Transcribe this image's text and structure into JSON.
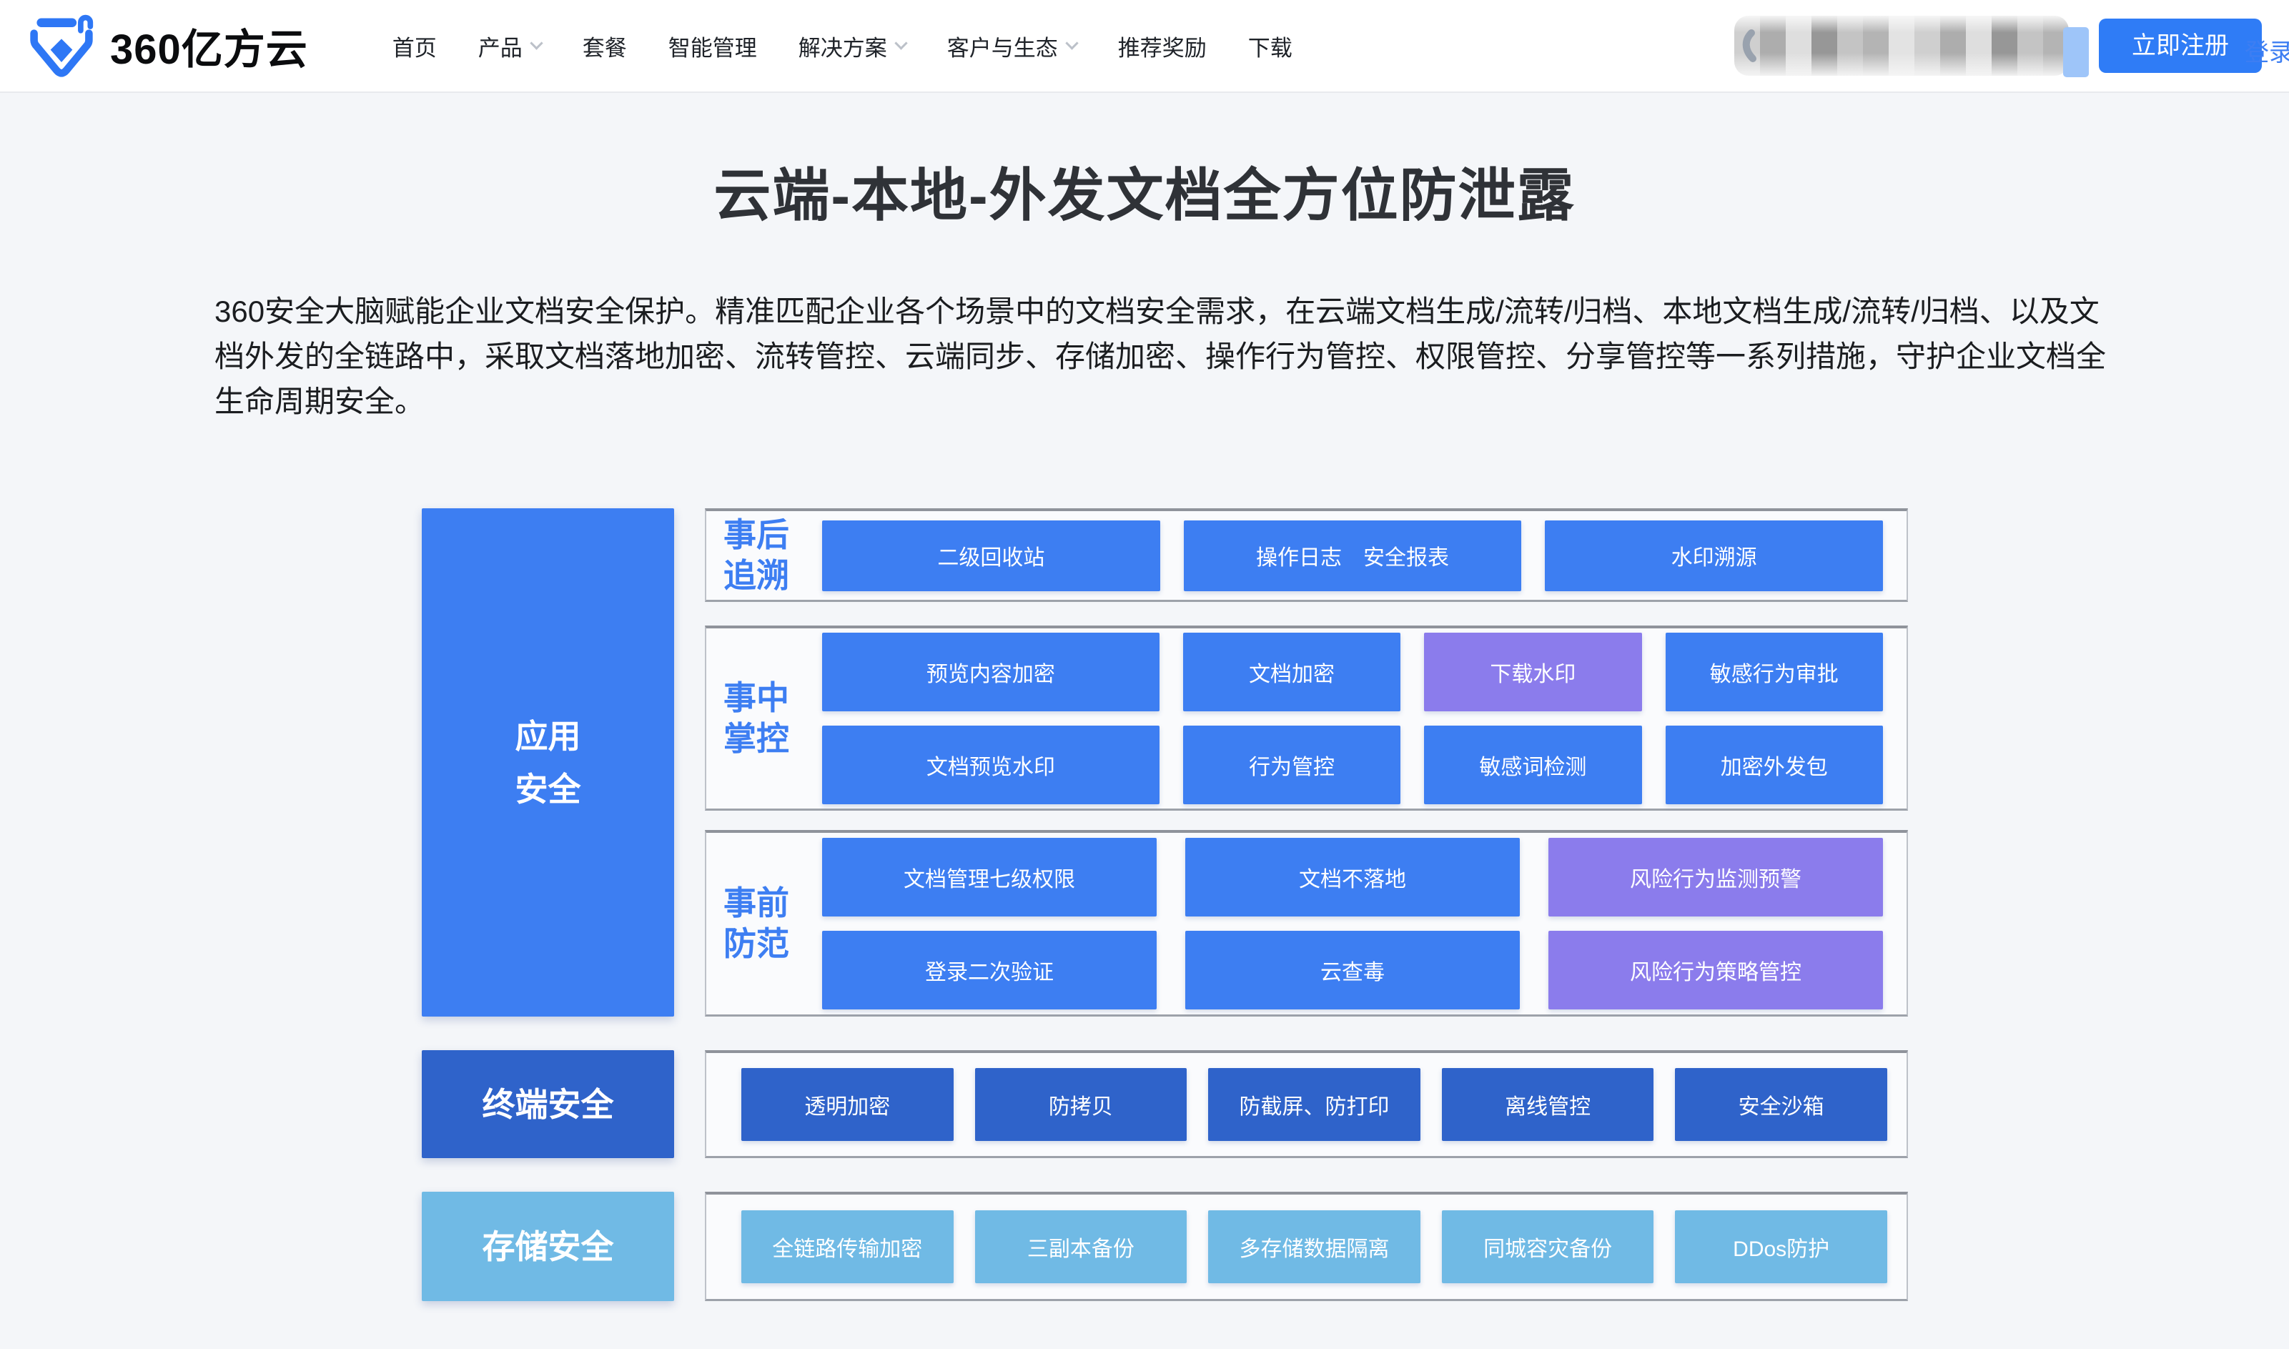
{
  "header": {
    "logo_text": "360亿方云",
    "nav": [
      {
        "label": "首页",
        "has_dropdown": false
      },
      {
        "label": "产品",
        "has_dropdown": true
      },
      {
        "label": "套餐",
        "has_dropdown": false
      },
      {
        "label": "智能管理",
        "has_dropdown": false
      },
      {
        "label": "解决方案",
        "has_dropdown": true
      },
      {
        "label": "客户与生态",
        "has_dropdown": true
      },
      {
        "label": "推荐奖励",
        "has_dropdown": false
      },
      {
        "label": "下载",
        "has_dropdown": false
      }
    ],
    "phone_number_state": "blurred",
    "register_label": "立即注册",
    "login_label": "登录"
  },
  "hero": {
    "title": "云端-本地-外发文档全方位防泄露",
    "description": "360安全大脑赋能企业文档安全保护。精准匹配企业各个场景中的文档安全需求，在云端文档生成/流转/归档、本地文档生成/流转/归档、以及文档外发的全链路中，采取文档落地加密、流转管控、云端同步、存储加密、操作行为管控、权限管控、分享管控等一系列措施，守护企业文档全生命周期安全。"
  },
  "colors": {
    "primary_blue": "#3D7EF2",
    "dark_blue": "#2F63CA",
    "light_blue": "#70BAE5",
    "purple": "#8B7CEC",
    "register_button_blue": "#2F7CF6",
    "page_background": "#F4F6F9"
  },
  "diagram": {
    "app_label": {
      "line1": "应用",
      "line2": "安全"
    },
    "terminal_label": "终端安全",
    "storage_label": "存储安全",
    "groups": [
      {
        "name": "事后追溯",
        "line1": "事后",
        "line2": "追溯",
        "rows": [
          [
            "二级回收站",
            "操作日志　安全报表",
            "水印溯源"
          ]
        ]
      },
      {
        "name": "事中掌控",
        "line1": "事中",
        "line2": "掌控",
        "rows": [
          [
            "预览内容加密",
            "文档加密",
            "下载水印",
            "敏感行为审批"
          ],
          [
            "文档预览水印",
            "行为管控",
            "敏感词检测",
            "加密外发包"
          ]
        ]
      },
      {
        "name": "事前防范",
        "line1": "事前",
        "line2": "防范",
        "rows": [
          [
            "文档管理七级权限",
            "文档不落地",
            "风险行为监测预警"
          ],
          [
            "登录二次验证",
            "云查毒",
            "风险行为策略管控"
          ]
        ]
      },
      {
        "name": "终端安全",
        "rows": [
          [
            "透明加密",
            "防拷贝",
            "防截屏、防打印",
            "离线管控",
            "安全沙箱"
          ]
        ]
      },
      {
        "name": "存储安全",
        "rows": [
          [
            "全链路传输加密",
            "三副本备份",
            "多存储数据隔离",
            "同城容灾备份",
            "DDos防护"
          ]
        ]
      }
    ]
  }
}
